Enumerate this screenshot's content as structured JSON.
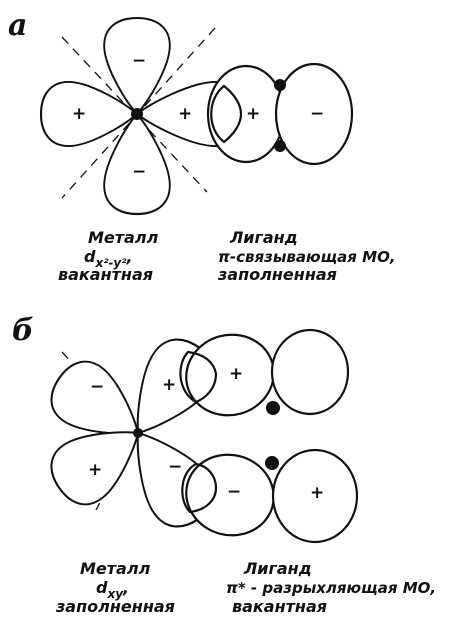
{
  "panels": [
    {
      "letter": "a",
      "metal": {
        "title": "Металл",
        "orbital_main": "d",
        "orbital_sub": "x²-y²",
        "orbital_suffix": ",",
        "occupancy": "вакантная"
      },
      "ligand": {
        "title": "Лиганд",
        "mo": "π-связывающая МО,",
        "occupancy": "заполненная"
      },
      "signs": {
        "metal_top": "−",
        "metal_bottom": "−",
        "metal_left": "+",
        "metal_right": "+",
        "ligand_left": "+",
        "ligand_right": "−"
      }
    },
    {
      "letter": "б",
      "metal": {
        "title": "Металл",
        "orbital_main": "d",
        "orbital_sub": "xy",
        "orbital_suffix": ",",
        "occupancy": "заполненная"
      },
      "ligand": {
        "title": "Лиганд",
        "mo": "π* - разрыхляющая МО,",
        "occupancy": "вакантная"
      },
      "signs": {
        "metal_ul": "−",
        "metal_ur": "+",
        "metal_ll": "+",
        "metal_lr": "−",
        "ligand_upper": "+",
        "ligand_lower_left": "−",
        "ligand_lower_right": "+"
      }
    }
  ]
}
